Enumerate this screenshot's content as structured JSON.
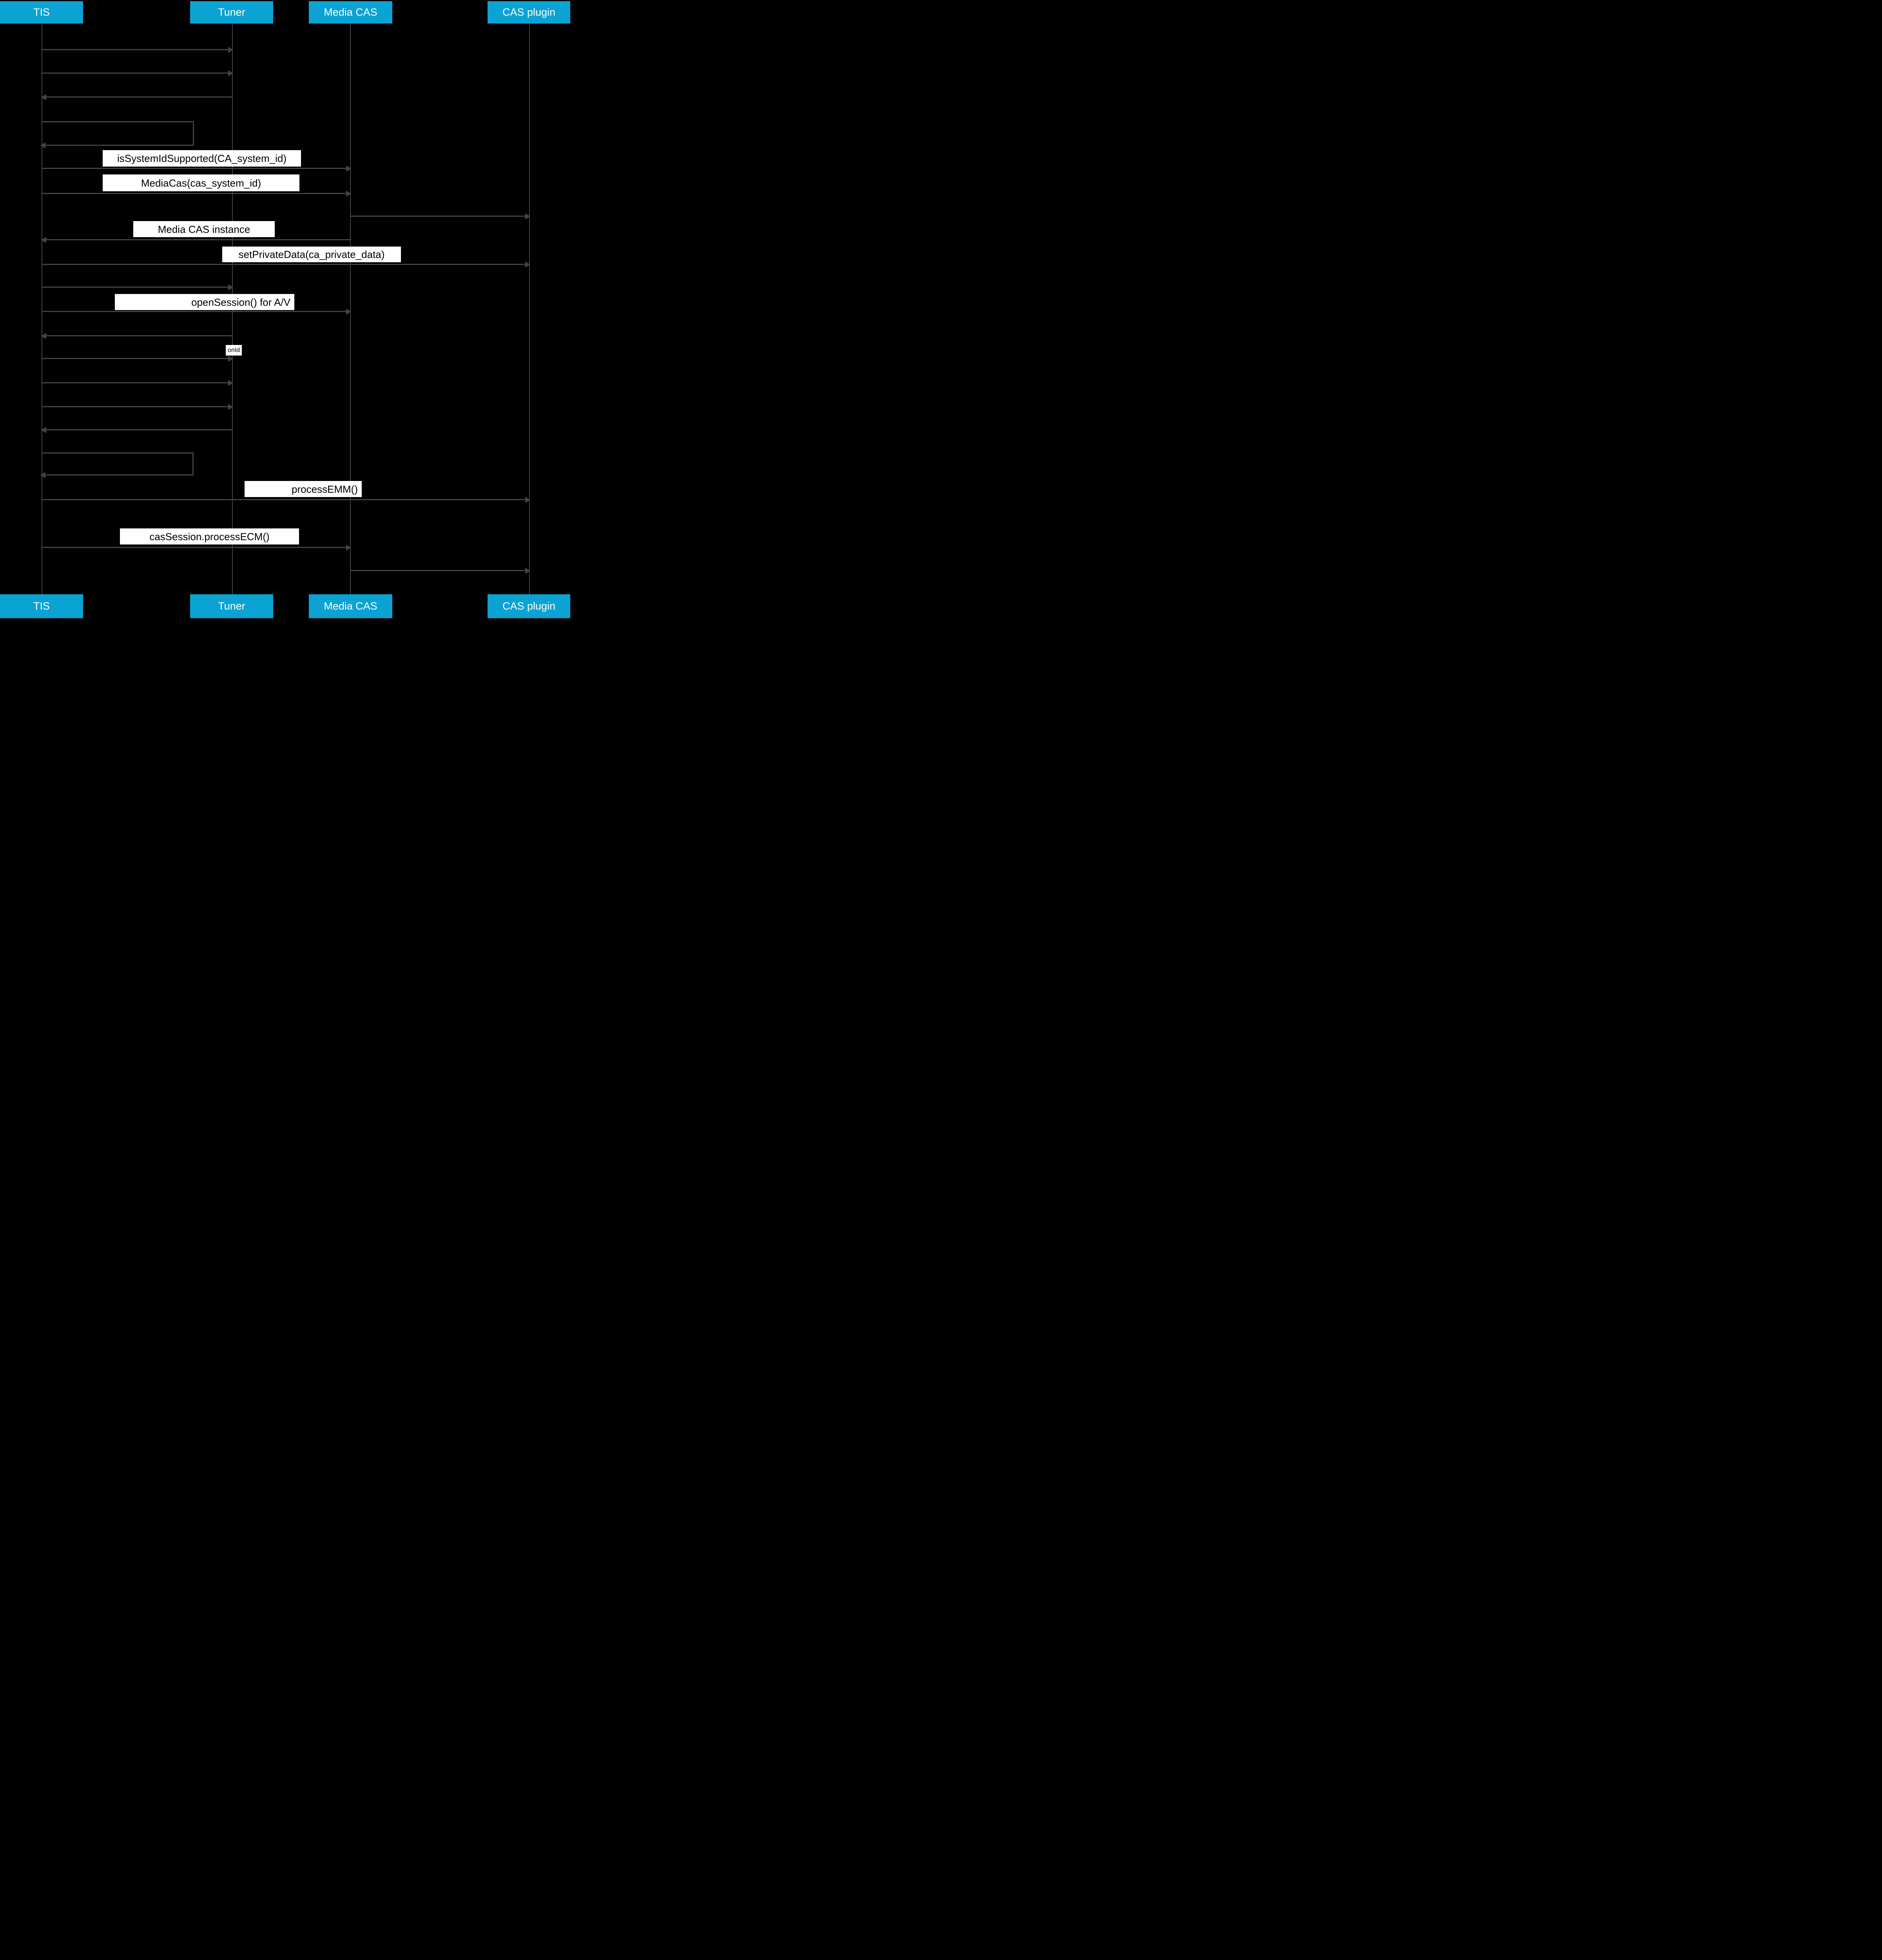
{
  "diagram": {
    "type": "sequence-diagram",
    "participants": [
      {
        "id": "tis",
        "label": "TIS"
      },
      {
        "id": "tuner",
        "label": "Tuner"
      },
      {
        "id": "media-cas",
        "label": "Media CAS"
      },
      {
        "id": "cas-plugin",
        "label": "CAS plugin"
      }
    ],
    "messages": {
      "is_system_id_supported": "isSystemIdSupported(CA_system_id)",
      "media_cas_ctor": "MediaCas(cas_system_id)",
      "media_cas_instance": "Media CAS instance",
      "set_private_data": "setPrivateData(ca_private_data)",
      "open_session": "openSession() for A/V",
      "on_id": "onId",
      "process_emm": "processEMM()",
      "process_ecm": "casSession.processECM()"
    },
    "colors": {
      "header_bg": "#0aa3d3",
      "header_text": "#ffffff",
      "line": "#414344",
      "label_bg": "#ffffff",
      "label_text": "#000000",
      "background": "#000000"
    }
  }
}
